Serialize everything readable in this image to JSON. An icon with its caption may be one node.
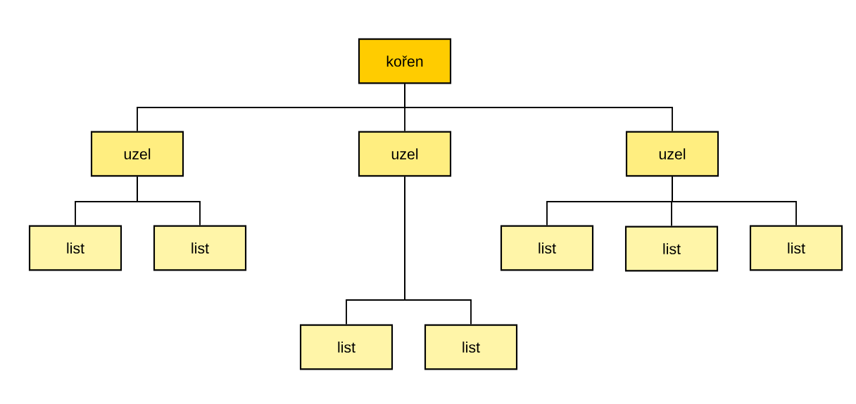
{
  "diagram": {
    "nodes": [
      {
        "text": [
          "kořen"
        ]
      },
      {
        "text": [
          "uzel"
        ]
      },
      {
        "text": [
          "uzel"
        ]
      },
      {
        "text": [
          "uzel"
        ]
      },
      {
        "text": [
          "list"
        ]
      },
      {
        "text": [
          "list"
        ]
      },
      {
        "text": [
          "list"
        ]
      },
      {
        "text": [
          "list"
        ]
      },
      {
        "text": [
          "list"
        ]
      },
      {
        "text": [
          "list"
        ]
      },
      {
        "text": [
          "list"
        ]
      }
    ],
    "edges": [
      {
        "from": 0,
        "to": 1,
        "arrow": "none"
      },
      {
        "from": 0,
        "to": 2,
        "arrow": "none"
      },
      {
        "from": 0,
        "to": 3,
        "arrow": "none"
      },
      {
        "from": 1,
        "to": 4,
        "arrow": "none"
      },
      {
        "from": 1,
        "to": 5,
        "arrow": "none"
      },
      {
        "from": 2,
        "to": 6,
        "arrow": "none"
      },
      {
        "from": 2,
        "to": 7,
        "arrow": "none"
      },
      {
        "from": 3,
        "to": 8,
        "arrow": "none"
      },
      {
        "from": 3,
        "to": 9,
        "arrow": "none"
      },
      {
        "from": 3,
        "to": 10,
        "arrow": "none"
      }
    ]
  }
}
